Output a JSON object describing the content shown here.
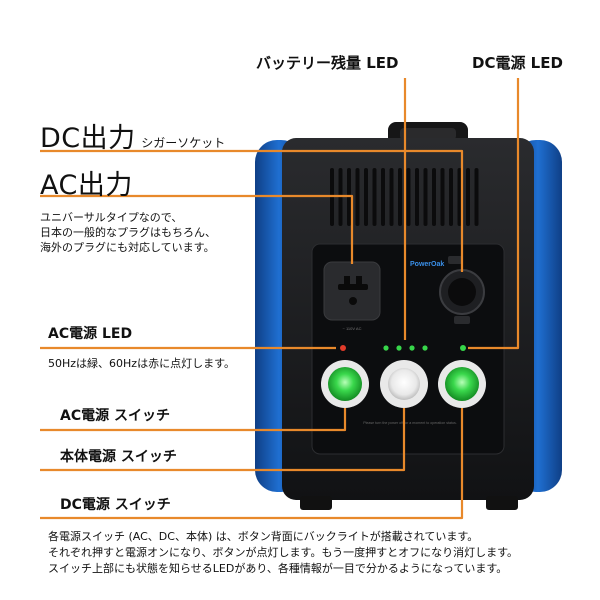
{
  "callouts": {
    "battery_led": "バッテリー残量 LED",
    "dc_power_led": "DC電源 LED",
    "dc_output_title": "DC出力",
    "dc_output_sub": "シガーソケット",
    "ac_output_title": "AC出力",
    "ac_output_desc": [
      "ユニバーサルタイプなので、",
      "日本の一般的なプラグはもちろん、",
      "海外のプラグにも対応しています。"
    ],
    "ac_power_led": "AC電源 LED",
    "ac_led_note": "50Hzは緑、60Hzは赤に点灯します。",
    "ac_switch": "AC電源 スイッチ",
    "body_switch": "本体電源 スイッチ",
    "dc_switch": "DC電源 スイッチ"
  },
  "footer_lines": [
    "各電源スイッチ (AC、DC、本体) は、ボタン背面にバックライトが搭載されています。",
    "それぞれ押すと電源オンになり、ボタンが点灯します。もう一度押すとオフになり消灯します。",
    "スイッチ上部にも状態を知らせるLEDがあり、各種情報が一目で分かるようになっています。"
  ],
  "device": {
    "brand": "PowerOak",
    "panel_note": "Please turn the power off for a moment to operation status.",
    "socket_label": "~ 110V AC",
    "battery_led_count": 4
  },
  "colors": {
    "accent_orange": "#e8892b",
    "body_blue": "#1f6fd1",
    "case_dark": "#1b1c1e",
    "led_green": "#37d64a",
    "led_red": "#e23b2a"
  }
}
